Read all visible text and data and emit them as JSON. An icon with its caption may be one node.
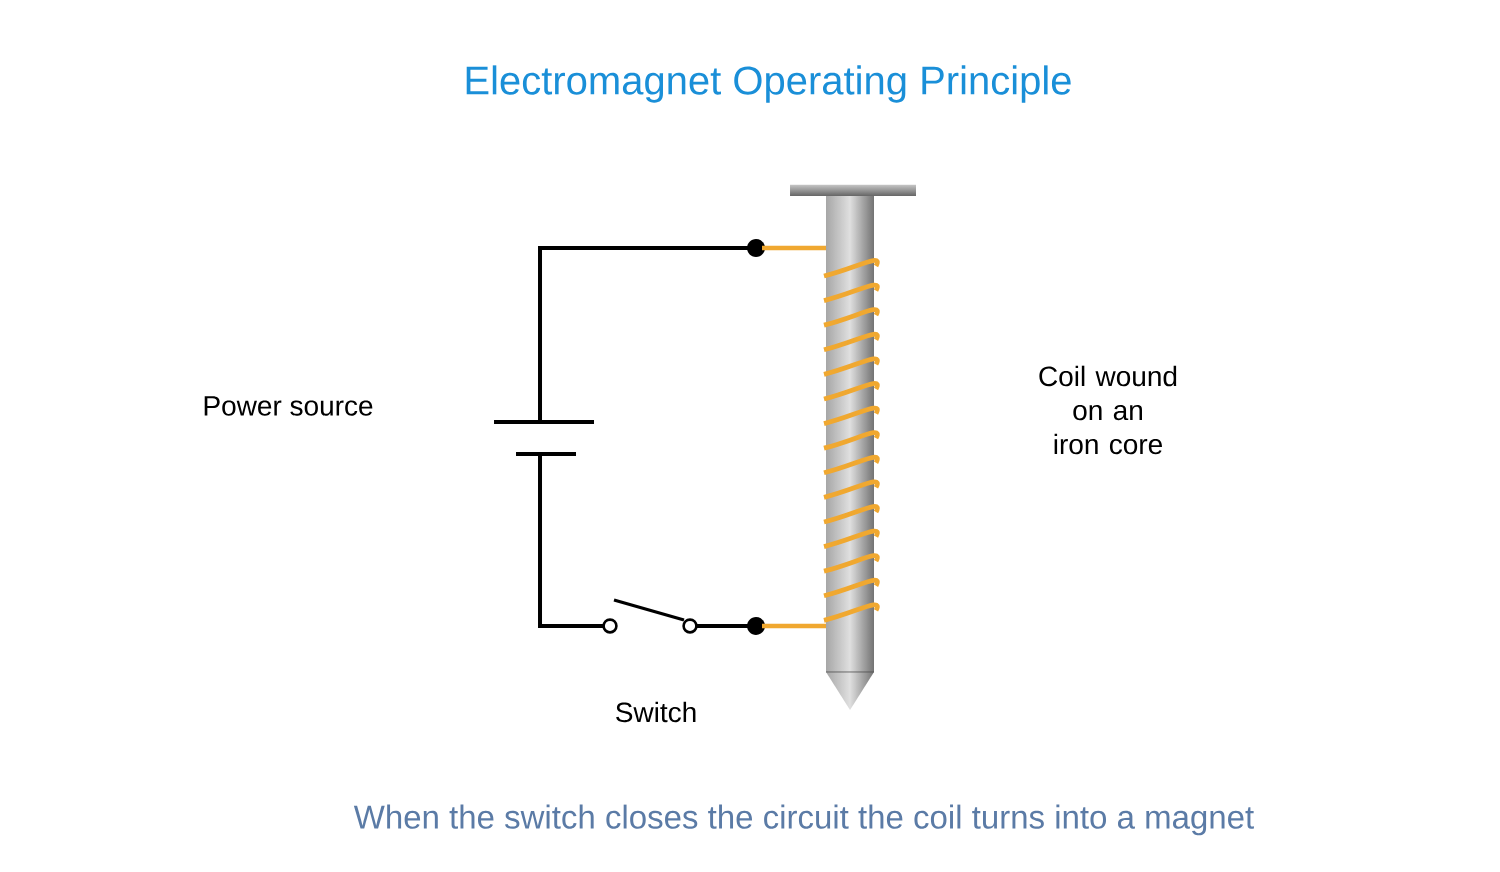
{
  "diagram": {
    "title": "Electromagnet Operating Principle",
    "caption": "When the switch closes the circuit the coil turns into a magnet",
    "labels": [
      "Power source",
      "Switch",
      "Coil wound on an iron core"
    ]
  }
}
